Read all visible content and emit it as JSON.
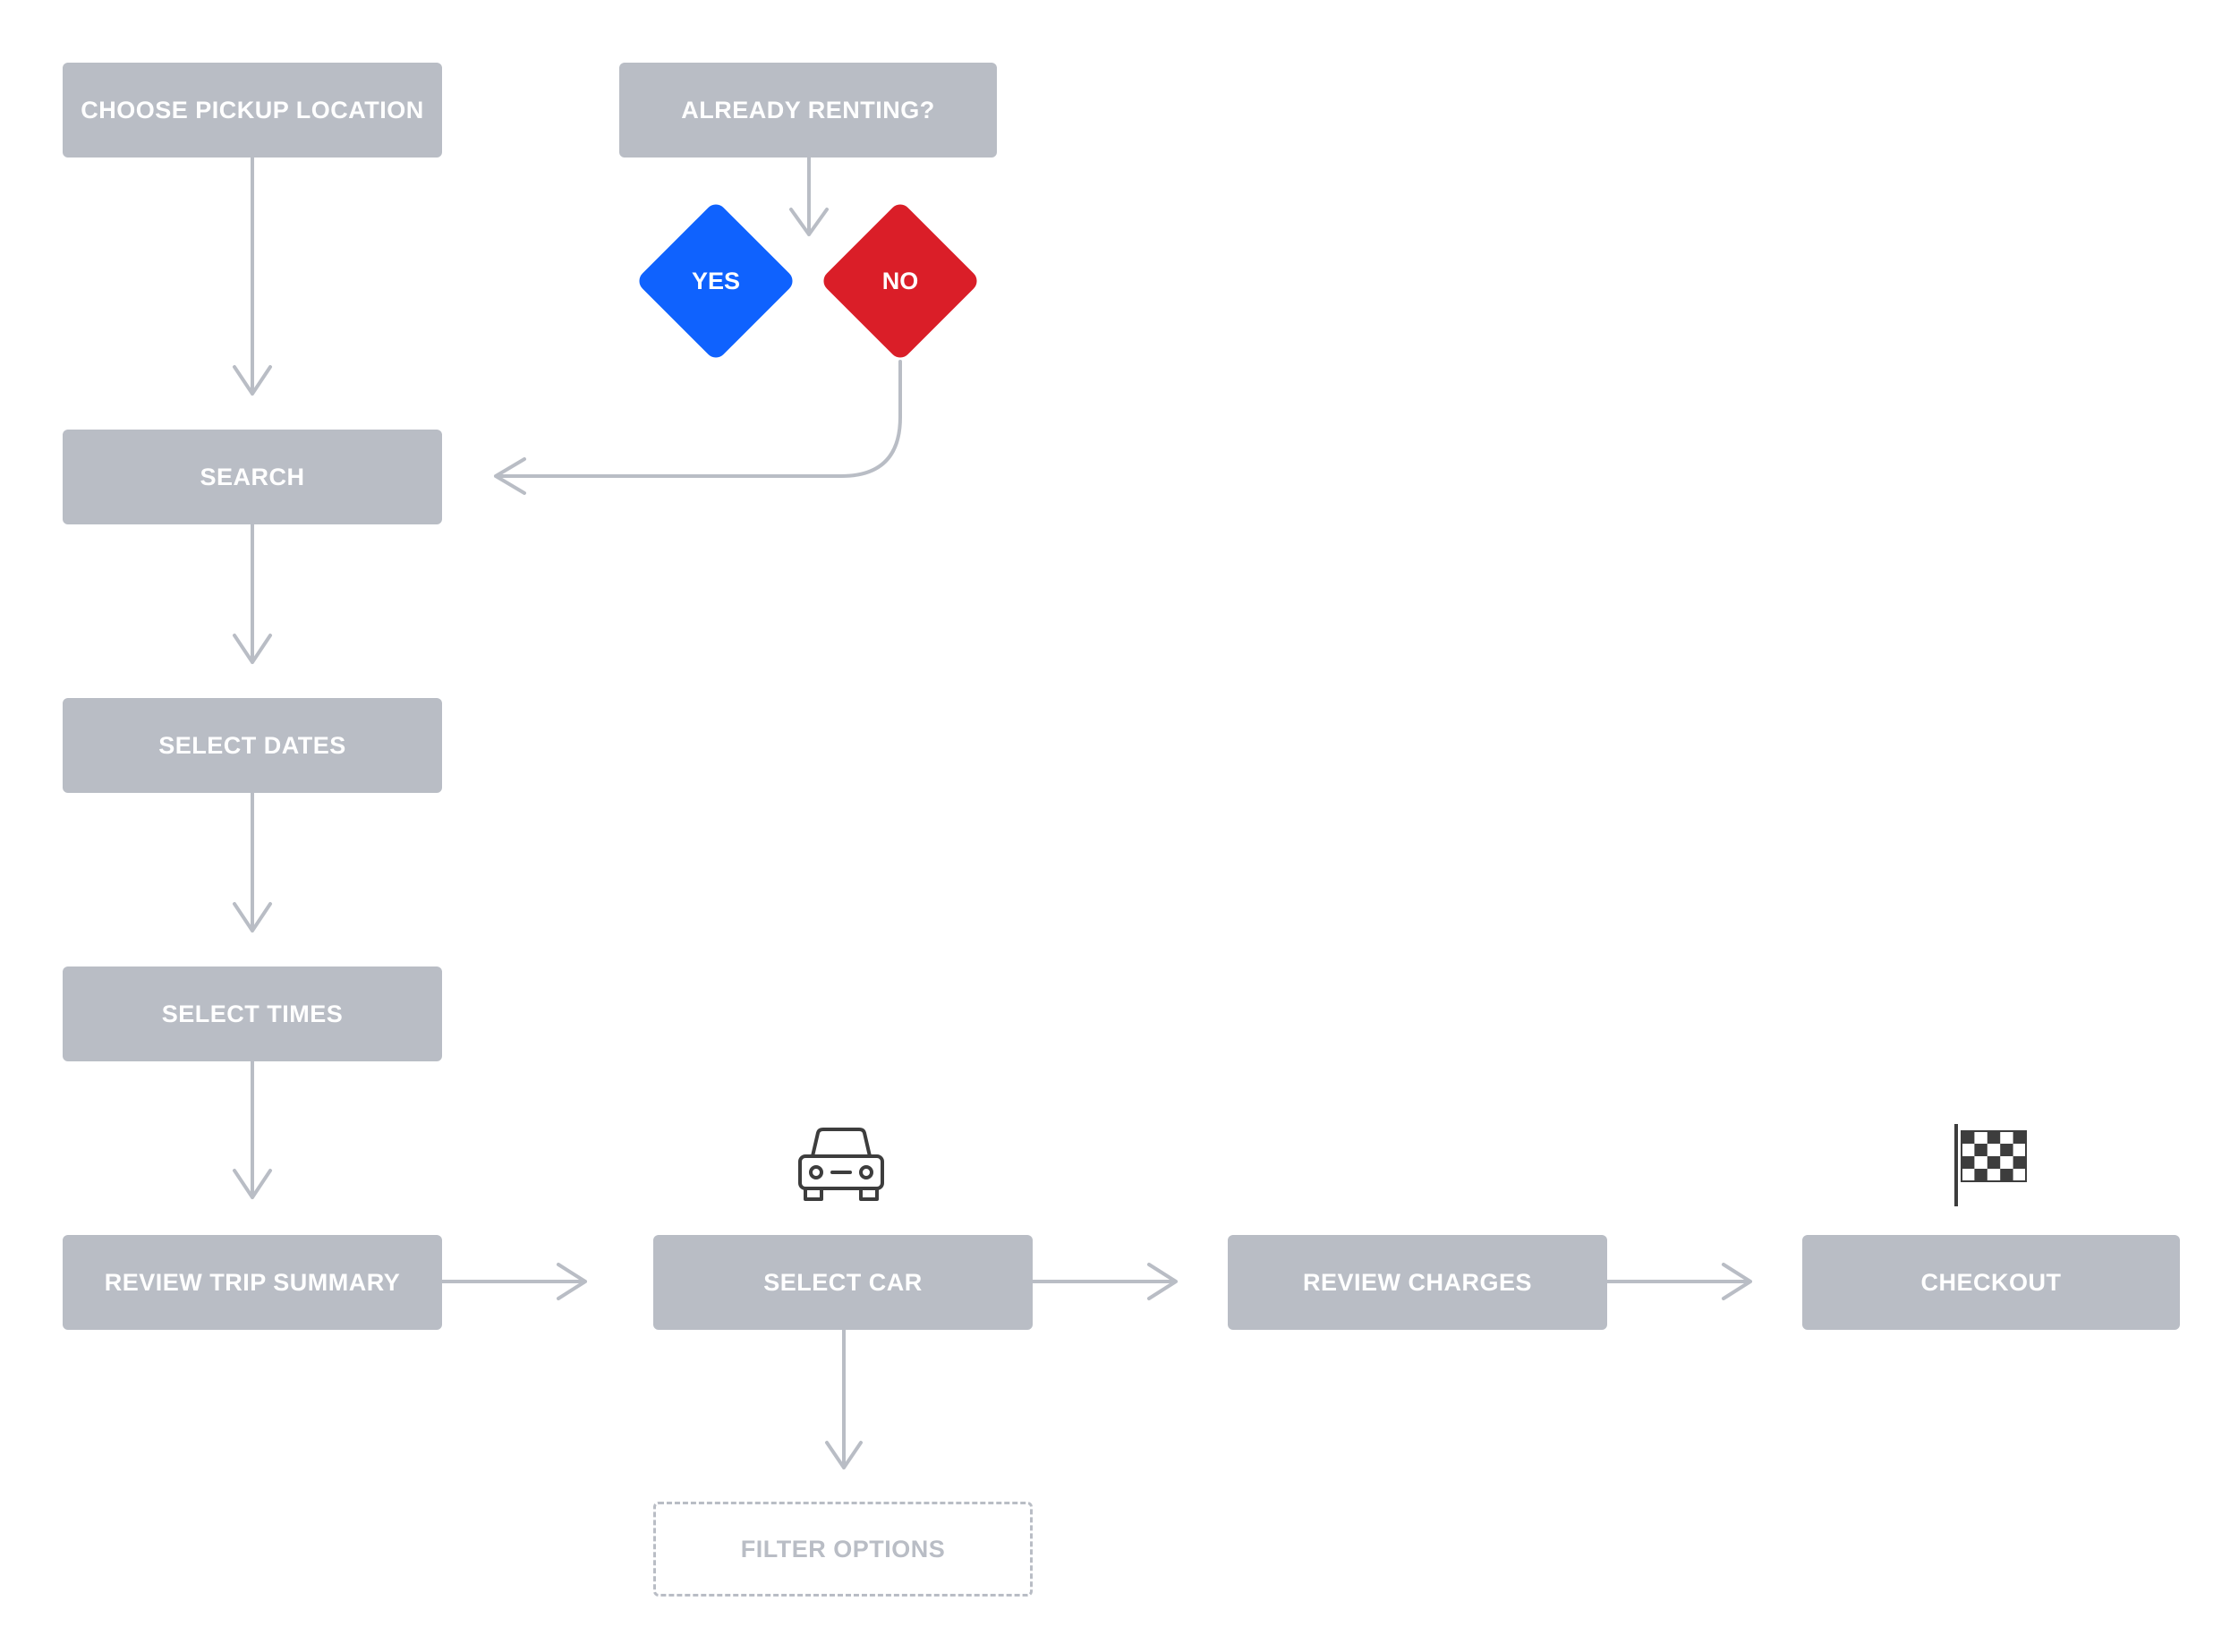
{
  "diagram": {
    "nodes": {
      "choose_pickup": "CHOOSE PICKUP LOCATION",
      "already_renting": "ALREADY RENTING?",
      "yes": "YES",
      "no": "NO",
      "search": "SEARCH",
      "select_dates": "SELECT DATES",
      "select_times": "SELECT TIMES",
      "review_trip_summary": "REVIEW TRIP SUMMARY",
      "select_car": "SELECT CAR",
      "review_charges": "REVIEW CHARGES",
      "checkout": "CHECKOUT",
      "filter_options": "FILTER OPTIONS"
    },
    "icons": {
      "car": "car-icon",
      "flag": "checkered-flag-icon"
    },
    "colors": {
      "box": "#b9bdc5",
      "connector": "#b9bdc5",
      "yes": "#0f62fe",
      "no": "#da1e28",
      "icon": "#3d3d3d",
      "text": "#ffffff"
    }
  }
}
